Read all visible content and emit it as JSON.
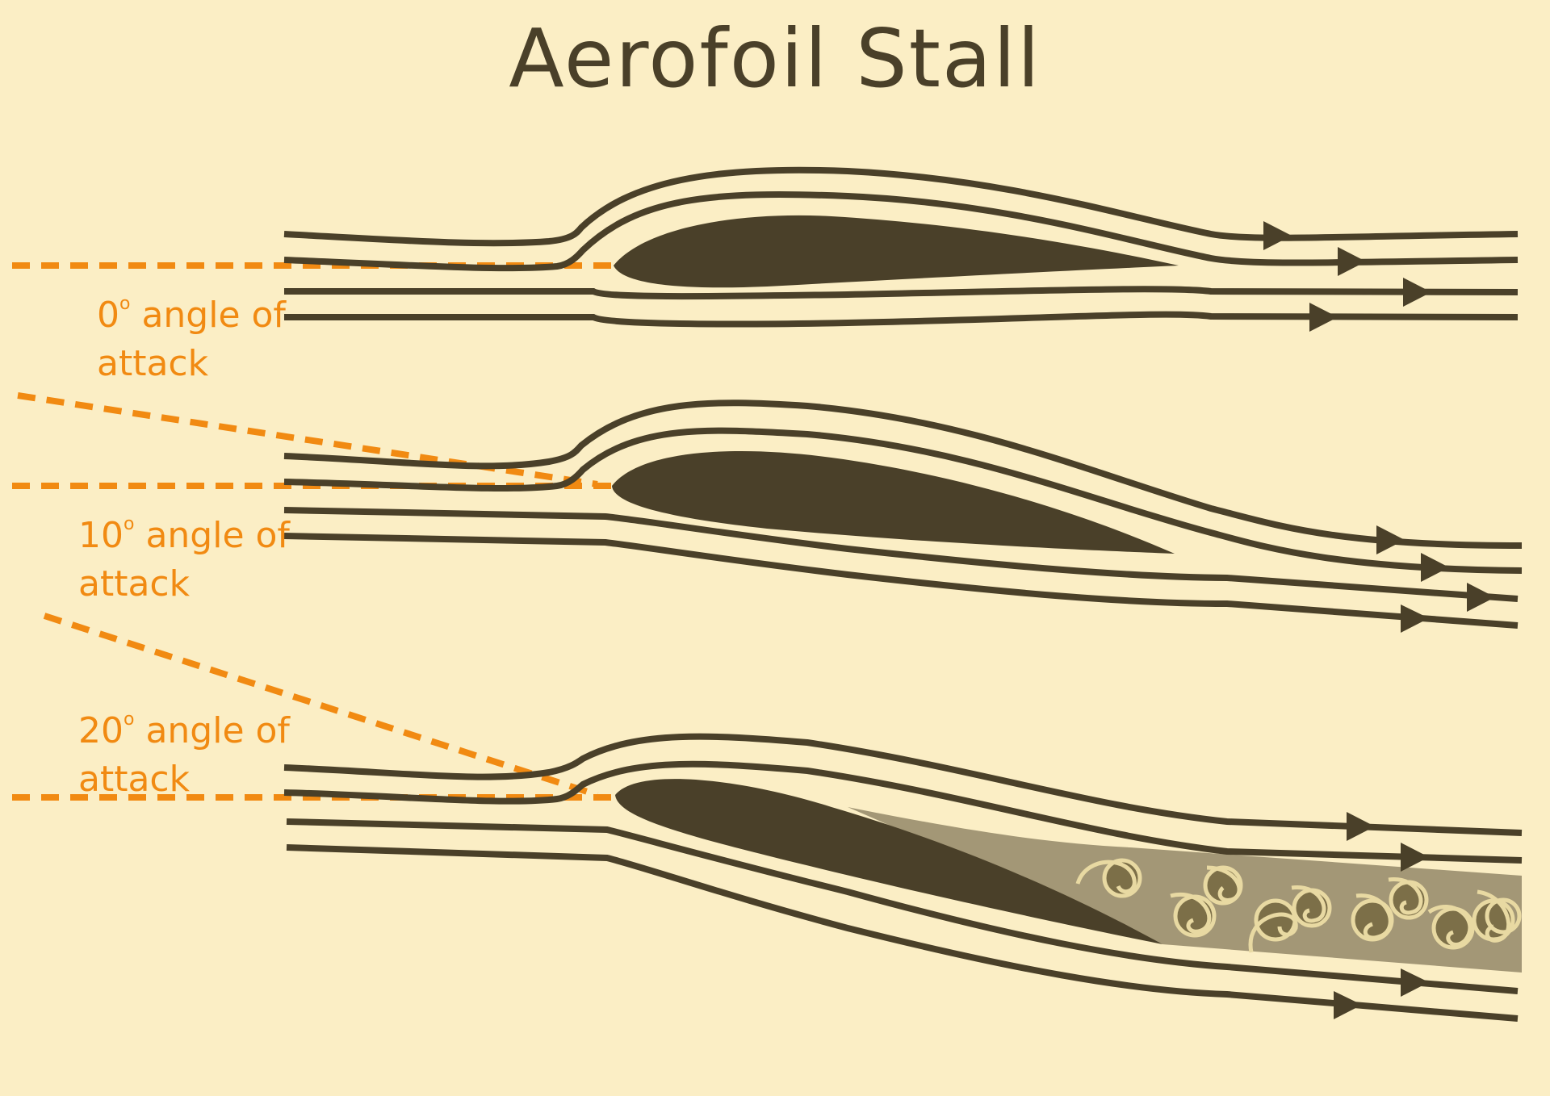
{
  "title": "Aerofoil Stall",
  "colors": {
    "background": "#fbeec5",
    "foil": "#4a4029",
    "reference": "#f18a12",
    "wake": "#a39776",
    "vortex": "#e8d9a2"
  },
  "panels": [
    {
      "angle_value": "0",
      "angle_text": " angle of",
      "second_line": "attack",
      "angle_of_attack_deg": 0
    },
    {
      "angle_value": "10",
      "angle_text": " angle of",
      "second_line": "attack",
      "angle_of_attack_deg": 10
    },
    {
      "angle_value": "20",
      "angle_text": " angle of",
      "second_line": "attack",
      "angle_of_attack_deg": 20
    }
  ],
  "degree_symbol": "o"
}
